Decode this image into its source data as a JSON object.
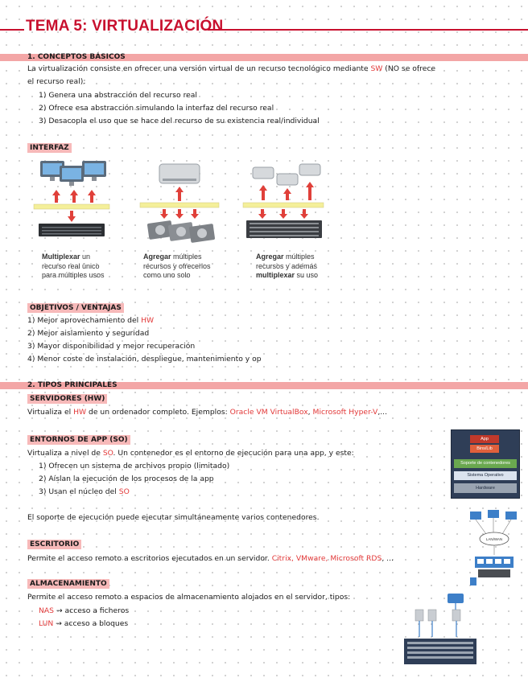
{
  "title": "TEMA 5: VIRTUALIZACIÓN",
  "s1": {
    "heading": "1. CONCEPTOS BÁSICOS",
    "intro_a": "La virtualización consiste en ofrecer una versión virtual de un recurso tecnológico mediante ",
    "intro_sw": "SW",
    "intro_b": " (NO se ofrece",
    "intro_c": "el recurso real):",
    "items": [
      "1) Genera una abstracción del recurso real",
      "2) Ofrece esa abstracción simulando la interfaz del recurso real",
      "3) Desacopla el uso que se hace del recurso de su existencia real/individual"
    ]
  },
  "interfaz": {
    "label": "INTERFAZ",
    "cap1_b": "Multiplexar",
    "cap1": " un",
    "cap1_2": "recurso real único",
    "cap1_3": "para múltiples usos",
    "cap2_b": "Agregar",
    "cap2": " múltiples",
    "cap2_2": "recursos y ofrecerlos",
    "cap2_3": "como uno solo",
    "cap3_b": "Agregar",
    "cap3": " múltiples",
    "cap3_2": "recursos y además",
    "cap3_3b": "multiplexar",
    "cap3_3": " su uso"
  },
  "objetivos": {
    "label": "OBJETIVOS / VENTAJAS",
    "i1a": "1) Mejor aprovechamiento del ",
    "i1hw": "HW",
    "i2": "2) Mejor aislamiento y seguridad",
    "i3": "3) Mayor disponibilidad y mejor recuperación",
    "i4": "4) Menor coste de instalación, despliegue, mantenimiento y op"
  },
  "s2": {
    "heading": "2. TIPOS PRINCIPALES",
    "servidores": {
      "label": "SERVIDORES (HW)",
      "a": "Virtualiza el ",
      "hw": "HW",
      "b": " de un ordenador completo. Ejemplos: ",
      "ex": "Oracle VM VirtualBox",
      "c": ", ",
      "ex2": "Microsoft Hyper-V",
      "d": ",..."
    },
    "entornos": {
      "label": "ENTORNOS DE APP (SO)",
      "a": "Virtualiza a nivel de ",
      "so": "SO",
      "b": ". Un contenedor es el entorno de ejecución para una app, y este:",
      "i1": "1) Ofrecen un sistema de archivos propio (limitado)",
      "i2": "2) Aíslan la ejecución de los procesos de la app",
      "i3a": "3) Usan el núcleo del ",
      "i3so": "SO",
      "soporte": "El soporte de ejecución puede ejecutar simultáneamente varios contenedores."
    },
    "stack": {
      "app": "App",
      "bins": "Bins/Lib",
      "soporte": "Soporte de contenedores",
      "so": "Sistema Operativo",
      "hw": "Hardware"
    },
    "escritorio": {
      "label": "ESCRITORIO",
      "a": "Permite el acceso remoto a escritorios ejecutados en un servidor. ",
      "ex": "Citrix, VMware, Microsoft RDS",
      "b": ", ..."
    },
    "almac": {
      "label": "ALMACENAMIENTO",
      "a": "Permite el acceso remoto a espacios de almacenamiento alojados en el servidor, tipos:",
      "nas": "NAS",
      "nas_t": " → acceso a ficheros",
      "lun": "LUN",
      "lun_t": " → acceso a bloques"
    },
    "lan": "LAN/WAN"
  },
  "colors": {
    "accent": "#c8102e",
    "band": "#f3a6a6",
    "highlight": "#f7b9b9",
    "hl_red": "#e23838"
  }
}
